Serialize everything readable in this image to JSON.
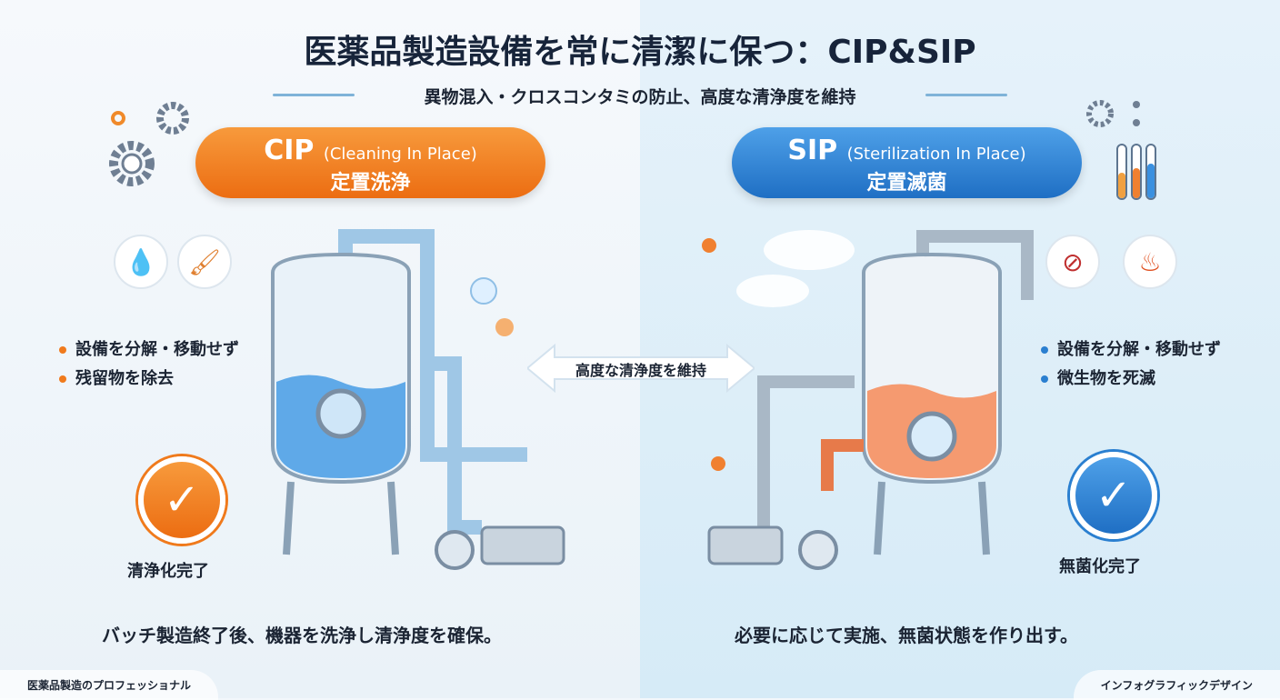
{
  "title": "医薬品製造設備を常に清潔に保つ：CIP&SIP",
  "subtitle": "異物混入・クロスコンタミの防止、高度な清浄度を維持",
  "cip": {
    "abbr": "CIP",
    "full": "(Cleaning In Place)",
    "jp": "定置洗浄",
    "bullets": [
      "設備を分解・移動せず",
      "残留物を除去"
    ],
    "done": "清浄化完了",
    "caption": "バッチ製造終了後、機器を洗浄し清浄度を確保。",
    "color": "#f07a1c"
  },
  "sip": {
    "abbr": "SIP",
    "full": "(Sterilization In Place)",
    "jp": "定置滅菌",
    "bullets": [
      "設備を分解・移動せず",
      "微生物を死滅"
    ],
    "done": "無菌化完了",
    "caption": "必要に応じて実施、無菌状態を作り出す。",
    "color": "#2a7fd0"
  },
  "center_arrow": "高度な清浄度を維持",
  "footer_left": "医薬品製造のプロフェッショナル",
  "footer_right": "インフォグラフィックデザイン"
}
